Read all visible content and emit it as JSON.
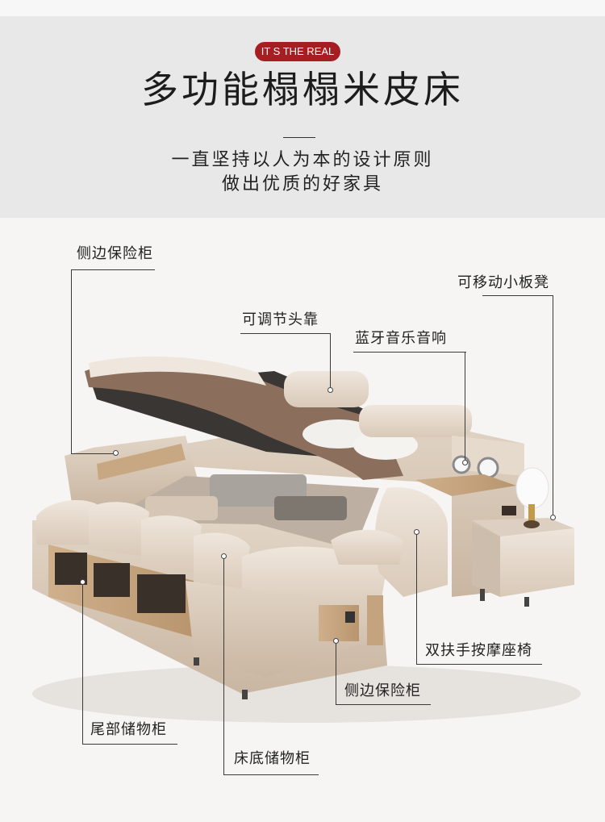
{
  "header": {
    "badge": "IT S THE REAL",
    "title": "多功能榻榻米皮床",
    "subtitle_line1": "一直坚持以人为本的设计原则",
    "subtitle_line2": "做出优质的好家具"
  },
  "callouts": {
    "side_cabinet_top": "侧边保险柜",
    "movable_stool": "可移动小板凳",
    "adjustable_headrest": "可调节头靠",
    "bluetooth_speaker": "蓝牙音乐音响",
    "massage_chair": "双扶手按摩座椅",
    "side_cabinet_bottom": "侧边保险柜",
    "tail_storage": "尾部储物柜",
    "under_bed_storage": "床底储物柜"
  },
  "colors": {
    "header_bg": "#e8e8e8",
    "badge_red": "#a61e22",
    "leather": "#e3d6c8",
    "wood": "#c9ab86",
    "brown_cover": "#8b6f5c"
  }
}
